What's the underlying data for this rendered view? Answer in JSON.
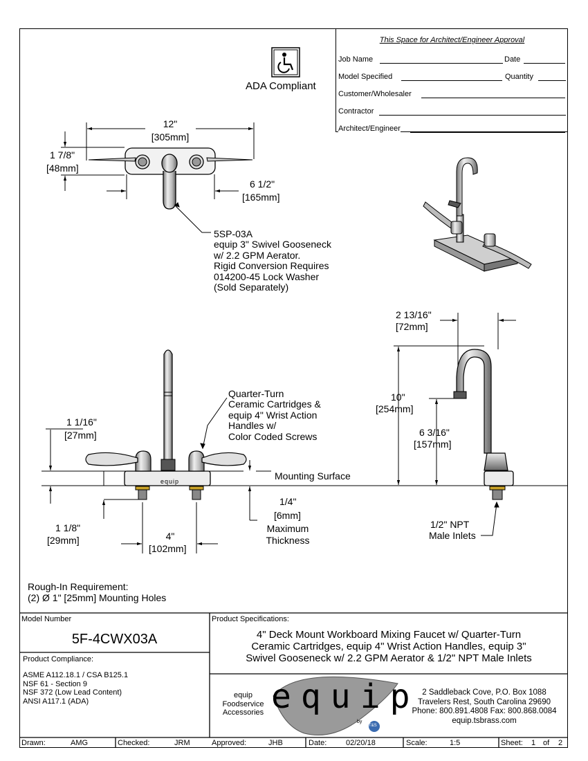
{
  "approval": {
    "header": "This Space for Architect/Engineer Approval",
    "job_name": "Job Name",
    "date": "Date",
    "model_specified": "Model Specified",
    "quantity": "Quantity",
    "customer": "Customer/Wholesaler",
    "contractor": "Contractor",
    "architect": "Architect/Engineer"
  },
  "ada": {
    "label": "ADA Compliant"
  },
  "top_view": {
    "width_in": "12\"",
    "width_mm": "[305mm]",
    "height_in": "1 7/8\"",
    "height_mm": "[48mm]",
    "reach_in": "6 1/2\"",
    "reach_mm": "[165mm]",
    "callout": [
      "5SP-03A",
      "equip 3\" Swivel Gooseneck",
      "w/ 2.2 GPM Aerator.",
      "Rigid Conversion Requires",
      "014200-45 Lock Washer",
      "(Sold Separately)"
    ]
  },
  "front_view": {
    "handle_height_in": "1 1/16\"",
    "handle_height_mm": "[27mm]",
    "shank_in": "1 1/8\"",
    "shank_mm": "[29mm]",
    "center_in": "4\"",
    "center_mm": "[102mm]",
    "thickness_in": "1/4\"",
    "thickness_mm": "[6mm]",
    "thickness_label": [
      "Maximum",
      "Thickness"
    ],
    "mounting_surface": "Mounting Surface",
    "brand_mark": "equip",
    "callout": [
      "Quarter-Turn",
      "Ceramic Cartridges &",
      "equip 4\" Wrist Action",
      "Handles w/",
      "Color Coded Screws"
    ]
  },
  "side_view": {
    "spout_in": "2 13/16\"",
    "spout_mm": "[72mm]",
    "height_in": "10\"",
    "height_mm": "[254mm]",
    "outlet_in": "6 3/16\"",
    "outlet_mm": "[157mm]",
    "inlets": [
      "1/2\" NPT",
      "Male Inlets"
    ]
  },
  "rough_in": [
    "Rough-In Requirement:",
    "(2) Ø 1\" [25mm] Mounting Holes"
  ],
  "title_block": {
    "model_number_label": "Model Number",
    "model_number": "5F-4CWX03A",
    "compliance_label": "Product Compliance:",
    "compliance": [
      "ASME A112.18.1 / CSA B125.1",
      "NSF 61 - Section 9",
      "NSF 372 (Low Lead Content)",
      "ANSI A117.1 (ADA)"
    ],
    "spec_label": "Product Specifications:",
    "spec": [
      "4\" Deck Mount Workboard Mixing Faucet w/ Quarter-Turn",
      "Ceramic Cartridges, equip 4\" Wrist Action Handles, equip 3\"",
      "Swivel Gooseneck w/ 2.2 GPM Aerator & 1/2\" NPT Male Inlets"
    ],
    "brand_small": [
      "equip",
      "Foodservice",
      "Accessories"
    ],
    "logo": "equip",
    "logo_by": "by",
    "logo_tag": "T&S",
    "address": [
      "2 Saddleback Cove, P.O. Box 1088",
      "Travelers Rest, South Carolina 29690",
      "Phone: 800.891.4808  Fax: 800.868.0084",
      "equip.tsbrass.com"
    ],
    "drawn_label": "Drawn:",
    "drawn": "AMG",
    "checked_label": "Checked:",
    "checked": "JRM",
    "approved_label": "Approved:",
    "approved": "JHB",
    "date_label": "Date:",
    "date": "02/20/18",
    "scale_label": "Scale:",
    "scale": "1:5",
    "sheet_label": "Sheet:",
    "sheet": "1",
    "sheet_of": "of",
    "sheet_total": "2"
  }
}
